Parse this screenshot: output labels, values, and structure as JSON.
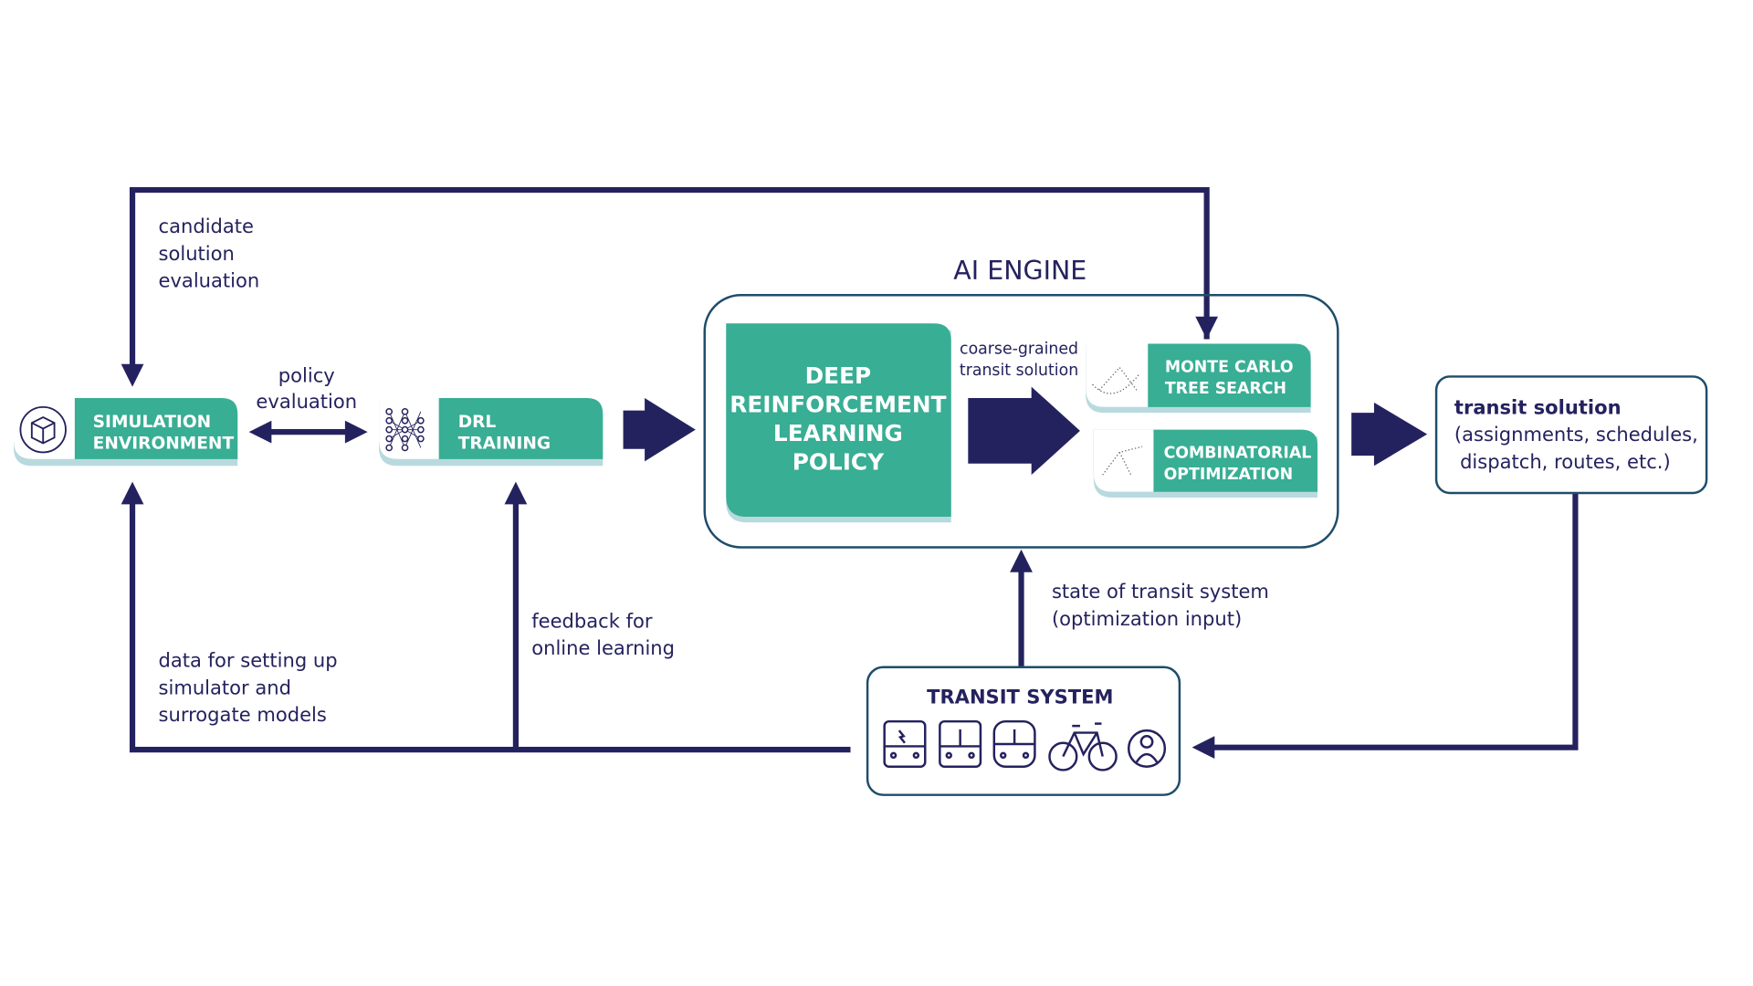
{
  "colors": {
    "arrow": "#24225e",
    "teal": "#38ae94",
    "shadow": "#b8dadf",
    "border": "#1e4d6b"
  },
  "labels": {
    "candidate": [
      "candidate",
      "solution",
      "evaluation"
    ],
    "policy_eval": [
      "policy",
      "evaluation"
    ],
    "data_setup": [
      "data for setting up",
      "simulator and",
      "surrogate models"
    ],
    "feedback": [
      "feedback for",
      "online learning"
    ],
    "state": [
      "state of transit system",
      "(optimization input)"
    ],
    "coarse": [
      "coarse-grained",
      "transit solution"
    ]
  },
  "nodes": {
    "simulation": {
      "lines": [
        "SIMULATION",
        "ENVIRONMENT"
      ],
      "icon": "cube-cycle-icon"
    },
    "drl_training": {
      "lines": [
        "DRL",
        "TRAINING"
      ],
      "icon": "neural-network-icon"
    },
    "ai_engine": {
      "title": "AI ENGINE"
    },
    "drl_policy": {
      "lines": [
        "DEEP",
        "REINFORCEMENT",
        "LEARNING",
        "POLICY"
      ]
    },
    "mcts": {
      "lines": [
        "MONTE CARLO",
        "TREE SEARCH"
      ],
      "icon": "tree-scatter-icon"
    },
    "combinatorial": {
      "lines": [
        "COMBINATORIAL",
        "OPTIMIZATION"
      ],
      "icon": "graph-icon"
    },
    "transit_solution": {
      "title": "transit solution",
      "lines": [
        "(assignments, schedules,",
        "dispatch, routes, etc.)"
      ]
    },
    "transit_system": {
      "title": "TRANSIT SYSTEM",
      "icons": [
        "electric-bus-icon",
        "bus-icon",
        "shuttle-icon",
        "bicycle-icon",
        "user-icon"
      ]
    }
  }
}
